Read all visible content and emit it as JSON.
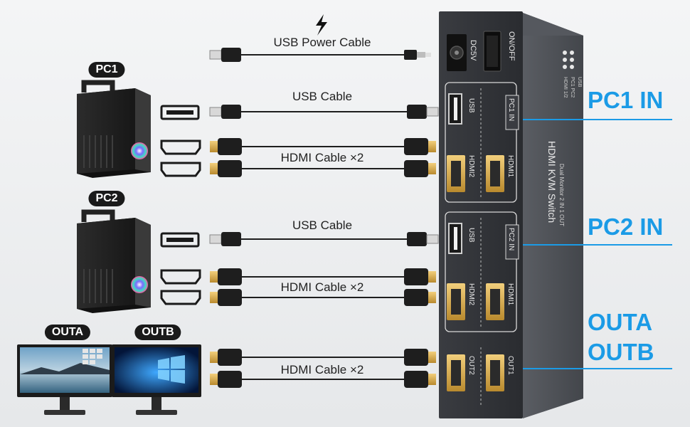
{
  "labels": {
    "power_cable": "USB Power Cable",
    "pc1_usb_cable": "USB Cable",
    "pc1_hdmi_cable": "HDMI Cable ×2",
    "pc2_usb_cable": "USB Cable",
    "pc2_hdmi_cable": "HDMI Cable ×2",
    "out_hdmi_cable": "HDMI Cable ×2"
  },
  "badges": {
    "pc1": "PC1",
    "pc2": "PC2",
    "outa": "OUTA",
    "outb": "OUTB"
  },
  "callouts": {
    "pc1_in": "PC1 IN",
    "pc2_in": "PC2 IN",
    "outa": "OUTA",
    "outb": "OUTB"
  },
  "device": {
    "title": "HDMI KVM Switch",
    "subtitle": "Dual Monitor 2 IN 1 OUT",
    "power_label": "DC5V",
    "switch_label": "ON/OFF",
    "pc1_group": "PC1 IN",
    "pc2_group": "PC2 IN",
    "usb_label": "USB",
    "hdmi1_label": "HDMI1",
    "hdmi2_label": "HDMI2",
    "out1_label": "OUT1",
    "out2_label": "OUT2",
    "led1_label": "HDMI 1/2",
    "led2_label": "PC1 PC2",
    "led3_label": "USB"
  },
  "colors": {
    "accent": "#1b9be6",
    "device_body": "#2b2d31",
    "cable": "#1e1e1e",
    "badge": "#1a1a1a"
  }
}
